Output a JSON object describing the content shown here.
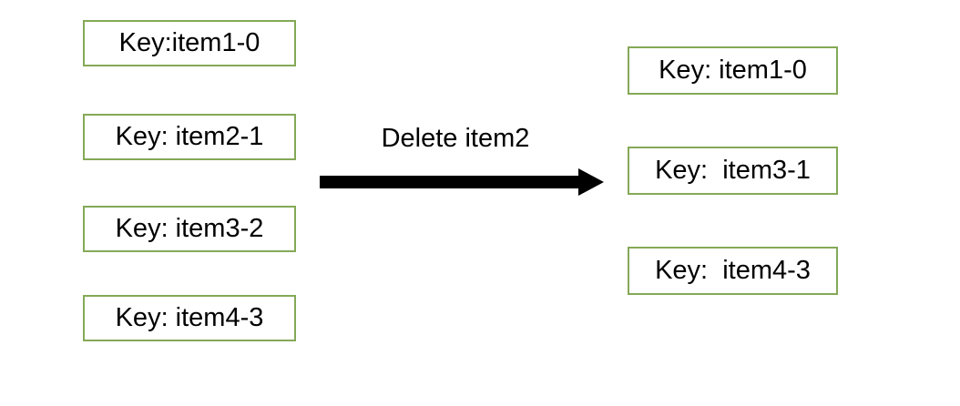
{
  "diagram": {
    "colors": {
      "box_border": "#84A957",
      "text": "#000000",
      "arrow": "#000000",
      "background": "#FFFFFF"
    },
    "arrow": {
      "label": "Delete item2",
      "direction": "right"
    },
    "before_column": {
      "items": [
        {
          "label": "Key:item1-0"
        },
        {
          "label": "Key: item2-1"
        },
        {
          "label": "Key: item3-2"
        },
        {
          "label": "Key: item4-3"
        }
      ]
    },
    "after_column": {
      "items": [
        {
          "label": "Key: item1-0"
        },
        {
          "label": "Key:  item3-1"
        },
        {
          "label": "Key:  item4-3"
        }
      ]
    }
  }
}
